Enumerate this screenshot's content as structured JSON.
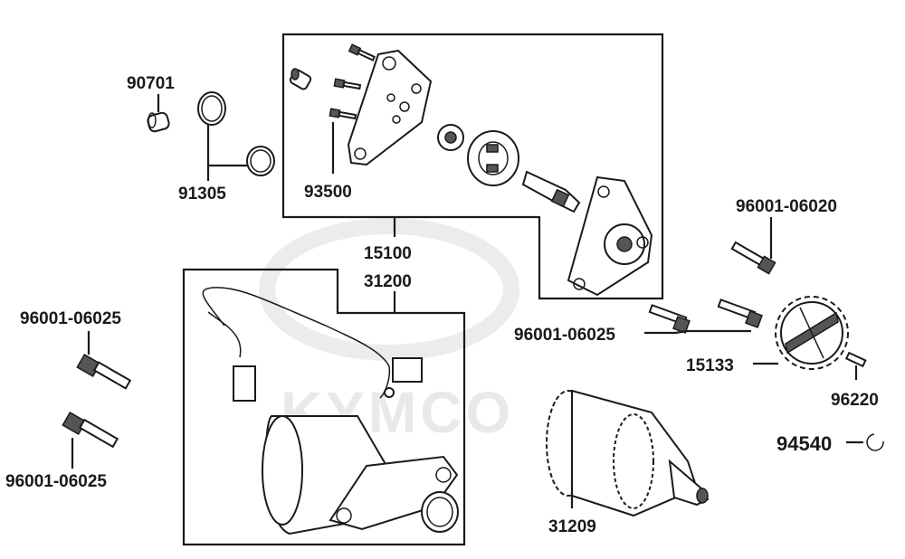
{
  "watermark": {
    "text": "KYMCO"
  },
  "labels": {
    "p90701": "90701",
    "p91305": "91305",
    "p93500": "93500",
    "p15100": "15100",
    "p31200": "31200",
    "p96001_06020": "96001-06020",
    "p96001_06025_right": "96001-06025",
    "p15133": "15133",
    "p96220": "96220",
    "p94540": "94540",
    "p31209": "31209",
    "p96001_06025_left_top": "96001-06025",
    "p96001_06025_left_bottom": "96001-06025"
  }
}
